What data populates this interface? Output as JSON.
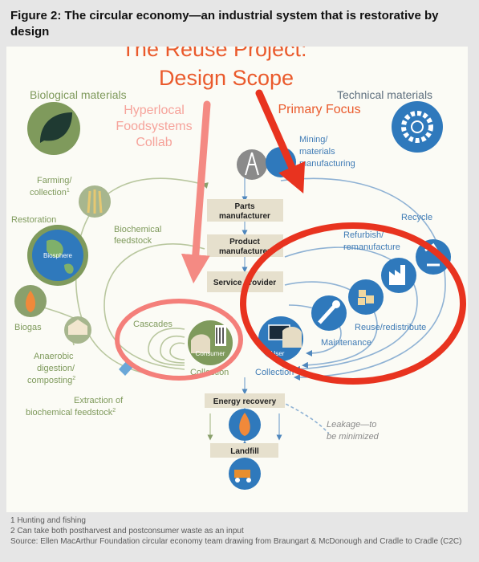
{
  "figure_title": "Figure 2: The circular economy—an industrial system that is restorative by design",
  "overlay": {
    "heading_line1": "The Reuse Project:",
    "heading_line2": "Design Scope",
    "hyperlocal_line1": "Hyperlocal",
    "hyperlocal_line2": "Foodsystems",
    "hyperlocal_line3": "Collab",
    "primary_focus": "Primary Focus"
  },
  "biological": {
    "header": "Biological materials",
    "farming_line1": "Farming/",
    "farming_line2": "collection",
    "farming_sup": "1",
    "restoration": "Restoration",
    "biosphere": "Biosphere",
    "biochem_line1": "Biochemical",
    "biochem_line2": "feedstock",
    "biogas": "Biogas",
    "anaerobic_line1": "Anaerobic",
    "anaerobic_line2": "digestion/",
    "anaerobic_line3": "composting",
    "anaerobic_sup": "2",
    "extraction_line1": "Extraction of",
    "extraction_line2": "biochemical feedstock",
    "extraction_sup": "2",
    "cascades": "Cascades",
    "consumer": "Consumer",
    "collection": "Collection"
  },
  "technical": {
    "header": "Technical materials",
    "mining_line1": "Mining/",
    "mining_line2": "materials",
    "mining_line3": "manufacturing",
    "recycle": "Recycle",
    "refurbish_line1": "Refurbish/",
    "refurbish_line2": "remanufacture",
    "reuse": "Reuse/redistribute",
    "maintenance": "Maintenance",
    "user": "User",
    "collection": "Collection",
    "leakage_line1": "Leakage—to",
    "leakage_line2": "be minimized"
  },
  "center": {
    "parts_line1": "Parts",
    "parts_line2": "manufacturer",
    "product_line1": "Product",
    "product_line2": "manufacturer",
    "service": "Service provider",
    "energy": "Energy recovery",
    "landfill": "Landfill"
  },
  "footnotes": {
    "note1": "1 Hunting and fishing",
    "note2": "2 Can take both postharvest and postconsumer waste as an input",
    "source": "Source: Ellen MacArthur Foundation circular economy team drawing from Braungart & McDonough and Cradle to Cradle (C2C)"
  },
  "colors": {
    "overlay_orange": "#ea5a2c",
    "overlay_pink": "#f6a39b",
    "biological_green": "#7f9a5c",
    "technical_blue": "#2f79bc",
    "red_ellipse": "#e8331f",
    "pink_ellipse": "#f47f7a",
    "box_tan": "#e6e0cd"
  }
}
